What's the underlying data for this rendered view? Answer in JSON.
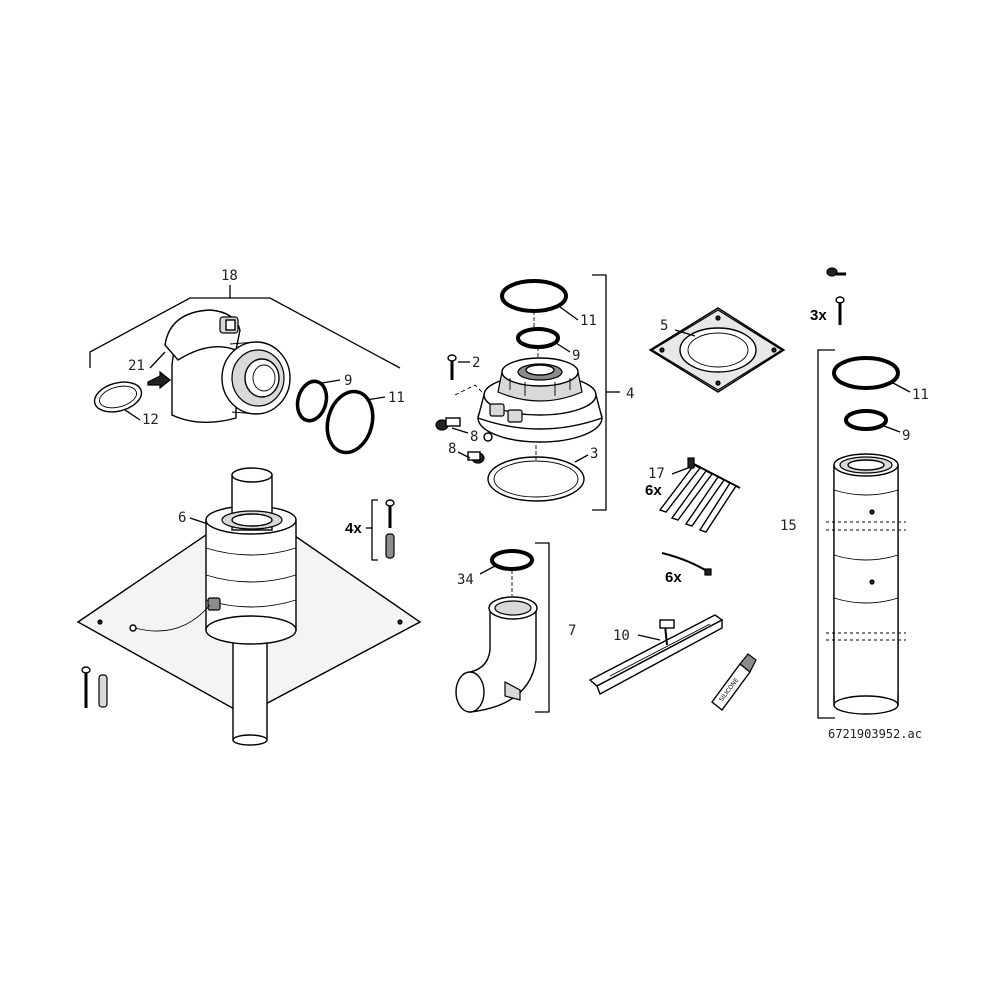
{
  "callouts": {
    "c18": "18",
    "c21": "21",
    "c12": "12",
    "c9a": "9",
    "c11a": "11",
    "c2": "2",
    "c8a": "8",
    "c8b": "8",
    "c11b": "11",
    "c9b": "9",
    "c4": "4",
    "c3": "3",
    "c5": "5",
    "c17": "17",
    "c11c": "11",
    "c9c": "9",
    "c15": "15",
    "c6": "6",
    "c34": "34",
    "c7": "7",
    "c10": "10"
  },
  "quantities": {
    "q3x": "3x",
    "q6x_a": "6x",
    "q4x": "4x",
    "q6x_b": "6x"
  },
  "tube_label": "SILICONE",
  "reference_number": "6721903952.ac"
}
